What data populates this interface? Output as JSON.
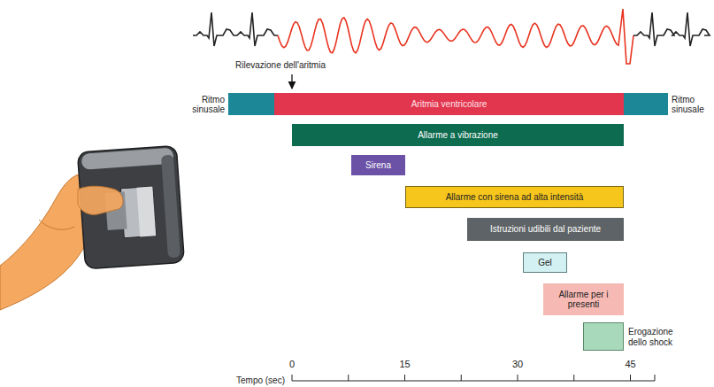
{
  "diagram": {
    "nodes": [
      {
        "text": [
          "Ritmo sinusale"
        ]
      },
      {
        "text": [
          "Aritmia ventricolare"
        ]
      },
      {
        "text": [
          "Ritmo sinusale"
        ]
      },
      {
        "text": [
          "Allarme a vibrazione"
        ]
      },
      {
        "text": [
          "Sirena"
        ]
      },
      {
        "text": [
          "Allarme con sirena ad alta intensità"
        ]
      },
      {
        "text": [
          "Istruzioni udibili dal paziente"
        ]
      },
      {
        "text": [
          "Gel"
        ]
      },
      {
        "text": [
          "Allarme per i presenti"
        ]
      },
      {
        "text": [
          "Erogazione dello shock"
        ]
      }
    ],
    "labels": [
      "Rilevazione dell'aritmia",
      "0",
      "15",
      "30",
      "45",
      "Tempo (sec)"
    ]
  }
}
